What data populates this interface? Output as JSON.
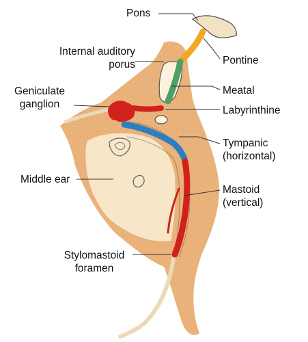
{
  "labels": {
    "pons": "Pons",
    "internal_auditory_porus": [
      "Internal auditory",
      "porus"
    ],
    "pontine": "Pontine",
    "geniculate_ganglion": [
      "Geniculate",
      "ganglion"
    ],
    "meatal": "Meatal",
    "labyrinthine": "Labyrinthine",
    "tympanic": [
      "Tympanic",
      "(horizontal)"
    ],
    "middle_ear": "Middle ear",
    "mastoid": [
      "Mastoid",
      "(vertical)"
    ],
    "stylomastoid_foramen": [
      "Stylomastoid",
      "foramen"
    ]
  },
  "colors": {
    "bone": "#eab37c",
    "bone_speckle": "#d99b5c",
    "cavity": "#f8e6c8",
    "nerve_beige": "#ecd9b8",
    "pontine_segment": "#f5a623",
    "meatal_segment": "#4f9e63",
    "labyrinthine_geniculate_segment": "#d0211c",
    "tympanic_segment": "#2f7fc0",
    "mastoid_segment": "#d0211c"
  }
}
